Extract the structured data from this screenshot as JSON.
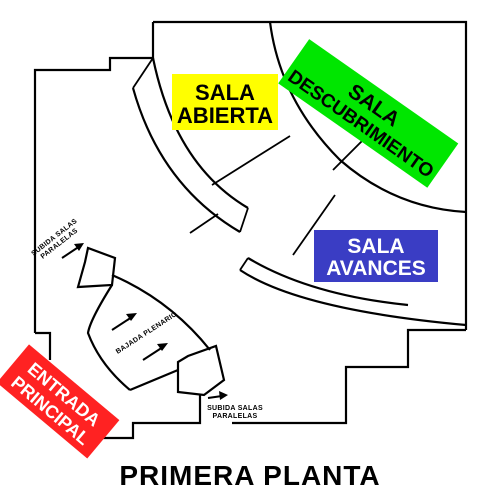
{
  "plan": {
    "title": "PRIMERA PLANTA",
    "colors": {
      "sala_abierta": "#ffff00",
      "sala_descubrimiento": "#00e600",
      "sala_avances": "#3a3dc4",
      "entrada_principal": "#ff2222",
      "text_dark": "#000000",
      "text_light": "#ffffff"
    },
    "rooms": {
      "sala_abierta": {
        "line1": "SALA",
        "line2": "ABIERTA"
      },
      "sala_descubrimiento": {
        "line1": "SALA",
        "line2": "DESCUBRIMIENTO"
      },
      "sala_avances": {
        "line1": "SALA",
        "line2": "AVANCES"
      }
    },
    "entrance": {
      "line1": "ENTRADA",
      "line2": "PRINCIPAL"
    },
    "notes": {
      "subida_salas_left": {
        "line1": "SUBIDA SALAS",
        "line2": "PARALELAS"
      },
      "subida_salas_bottom": {
        "line1": "SUBIDA SALAS",
        "line2": "PARALELAS"
      },
      "bajada_plenario": "BAJADA PLENARIO"
    }
  }
}
